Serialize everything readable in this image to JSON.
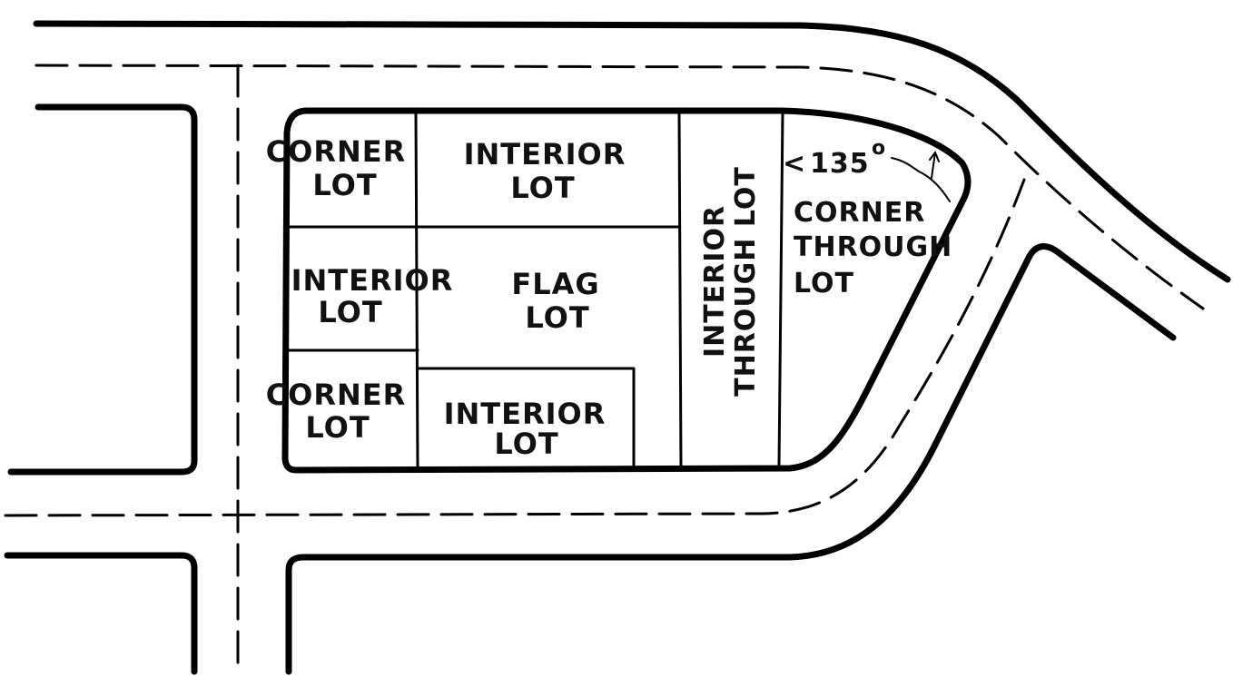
{
  "lots": {
    "corner_top": [
      "CORNER",
      "LOT"
    ],
    "interior_top": [
      "INTERIOR",
      "LOT"
    ],
    "interior_left": [
      "INTERIOR",
      "LOT"
    ],
    "flag": [
      "FLAG",
      "LOT"
    ],
    "corner_bottom": [
      "CORNER",
      "LOT"
    ],
    "interior_bottom": [
      "INTERIOR",
      "LOT"
    ],
    "interior_through": [
      "INTERIOR",
      "THROUGH LOT"
    ],
    "corner_through": [
      "CORNER",
      "THROUGH",
      "LOT"
    ]
  },
  "angle": {
    "value": "135",
    "degree": "o",
    "marker": "<"
  }
}
